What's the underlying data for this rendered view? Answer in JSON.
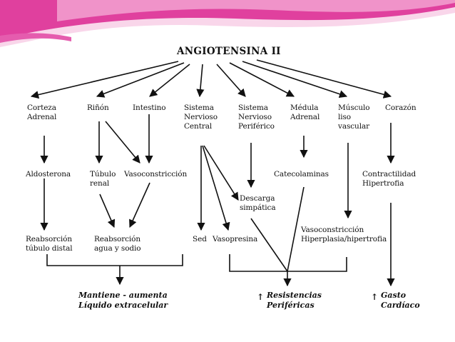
{
  "title": "ANGIOTENSINA II",
  "colors": {
    "banner_pink": "#e0409e",
    "banner_light": "#f7c2e0",
    "lines": "#111111"
  },
  "nodes": {
    "corteza_adrenal": "Corteza\nAdrenal",
    "rinon": "Riñón",
    "intestino": "Intestino",
    "snc": "Sistema\nNervioso\nCentral",
    "snp": "Sistema\nNervioso\nPeriférico",
    "medula_adrenal": "Médula\nAdrenal",
    "musculo_liso": "Músculo\nliso\nvascular",
    "corazon": "Corazón",
    "aldosterona": "Aldosterona",
    "tubulo_renal": "Túbulo\nrenal",
    "vasoconstriccion_1": "Vasoconstricción",
    "catecolaminas": "Catecolaminas",
    "contractilidad": "Contractilidad\nHipertrofia",
    "descarga": "Descarga\nsimpática",
    "reabsorcion_tubulo": "Reabsorción\ntúbulo distal",
    "reabsorcion_agua": "Reabsorción\nagua y sodio",
    "sed": "Sed",
    "vasopresina": "Vasopresina",
    "vasoconstriccion_2": "Vasoconstricción\nHiperplasia/hipertrofia"
  },
  "outcomes": {
    "liquido": "Mantiene - aumenta\nLíquido extracelular",
    "resistencias": "Resistencias\nPeriféricas",
    "gasto": "Gasto\nCardíaco",
    "up_arrow": "↑"
  }
}
